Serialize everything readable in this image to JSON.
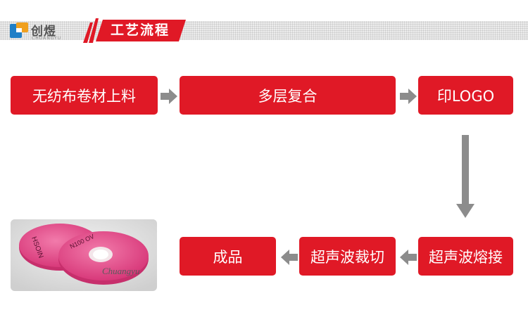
{
  "header": {
    "brand_name": "创煜",
    "brand_sub": "CHUANGYU",
    "title": "工艺流程"
  },
  "steps": [
    "无纺布卷材上料",
    "多层复合",
    "印LOGO",
    "超声波熔接",
    "超声波裁切",
    "成品"
  ],
  "photo": {
    "watermark": "Chuangyu"
  },
  "colors": {
    "step_fill": "#e01926",
    "arrow": "#8c8c8c",
    "filter_pink": "#e8578f"
  }
}
